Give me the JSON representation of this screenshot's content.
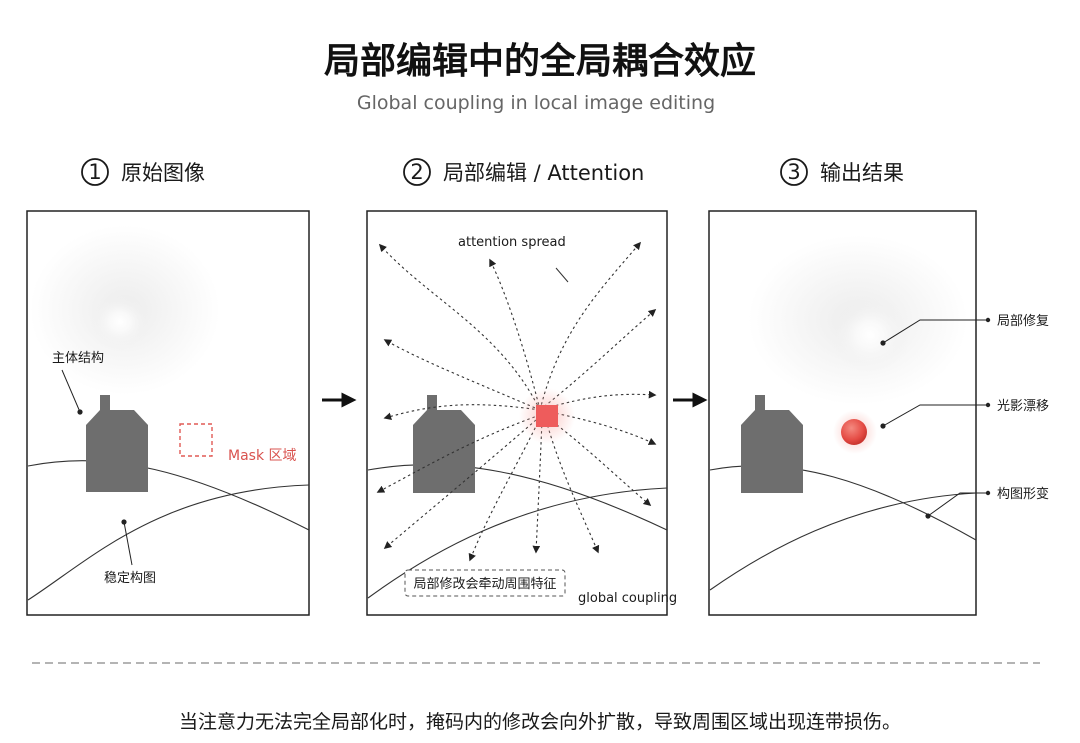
{
  "title": "局部编辑中的全局耦合效应",
  "subtitle": "Global coupling in local image editing",
  "steps": [
    {
      "number": "1",
      "label": "原始图像"
    },
    {
      "number": "2",
      "label": "局部编辑 / Attention"
    },
    {
      "number": "3",
      "label": "输出结果"
    }
  ],
  "panel1": {
    "subject_label": "主体结构",
    "mask_label": "Mask 区域",
    "composition_label": "稳定构图"
  },
  "panel2": {
    "attention_label": "attention spread",
    "caption": "局部修改会牵动周围特征",
    "coupling_label": "global coupling"
  },
  "panel3": {
    "callouts": [
      "局部修复",
      "光影漂移",
      "构图形变"
    ]
  },
  "footer": "当注意力无法完全局部化时，掩码内的修改会向外扩散，导致周围区域出现连带损伤。",
  "colors": {
    "house": "#6e6e6e",
    "mask_red": "#e05a55",
    "edit_square": "#ee5c5c",
    "text": "#1a1a1a"
  }
}
